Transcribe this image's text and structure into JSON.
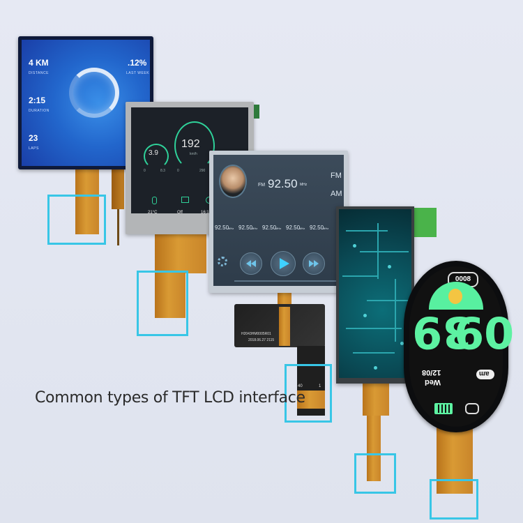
{
  "caption": "Common types of TFT LCD interface",
  "display1": {
    "distance_value": "4 KM",
    "distance_label": "DISTANCE",
    "duration_value": "2:15",
    "duration_label": "DURATION",
    "laps_value": "23",
    "laps_label": "LAPS",
    "percent_value": ".12%",
    "percent_label": "LAST WEEK"
  },
  "display2": {
    "left_gauge": "3.9",
    "left_gauge_min": "0",
    "left_gauge_max": "8.3",
    "center_gauge": "192",
    "center_gauge_unit": "km/h",
    "center_min": "0",
    "center_max": "290",
    "temp": "21°C",
    "status": "Off",
    "time": "16:12"
  },
  "display3": {
    "station": "92.50",
    "band_fm_small": "FM",
    "unit_small": "MHz",
    "band_fm": "FM",
    "band_am": "AM",
    "presets": [
      "92.50",
      "92.50",
      "92.50",
      "92.50",
      "92.50"
    ],
    "preset_unit": "MHz",
    "fpc_code": "H2043HM0005R01",
    "fpc_date": "2018.06.27 2115",
    "pin_first": "40",
    "pin_last": "1"
  },
  "display5": {
    "top_pill": "0008",
    "hours": "09",
    "minutes": "39",
    "ampm": "am",
    "date": "12/08",
    "weekday": "Wed"
  },
  "colors": {
    "highlight": "#38c6e6",
    "watch_green": "#5df2a2",
    "gauge_green": "#2fd29a"
  }
}
